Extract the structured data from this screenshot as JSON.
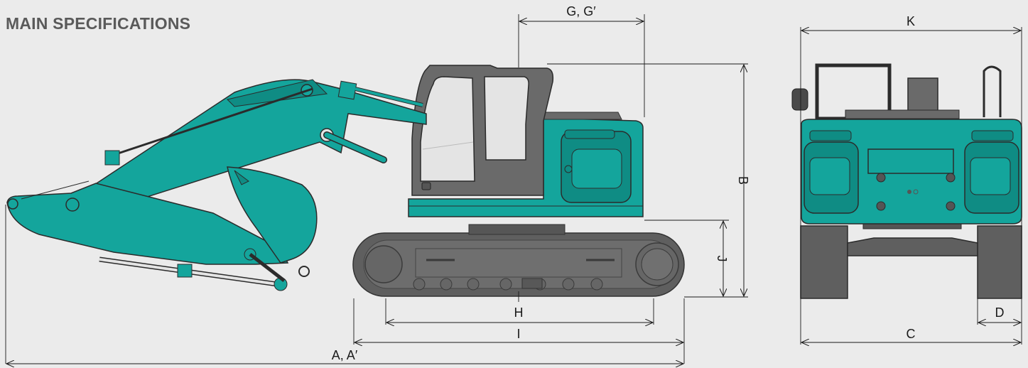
{
  "heading": "MAIN SPECIFICATIONS",
  "colors": {
    "background": "#ebebeb",
    "body_teal": "#14a59c",
    "body_teal_dark": "#0f8c84",
    "cab_gray": "#6a6a6a",
    "track_gray": "#5f5f5f",
    "glass": "#e4e4e4",
    "outline": "#333333"
  },
  "dimensions": {
    "a": "A, A′",
    "b": "B",
    "c": "C",
    "d": "D",
    "g": "G, G′",
    "h": "H",
    "i": "I",
    "j": "J",
    "k": "K"
  }
}
